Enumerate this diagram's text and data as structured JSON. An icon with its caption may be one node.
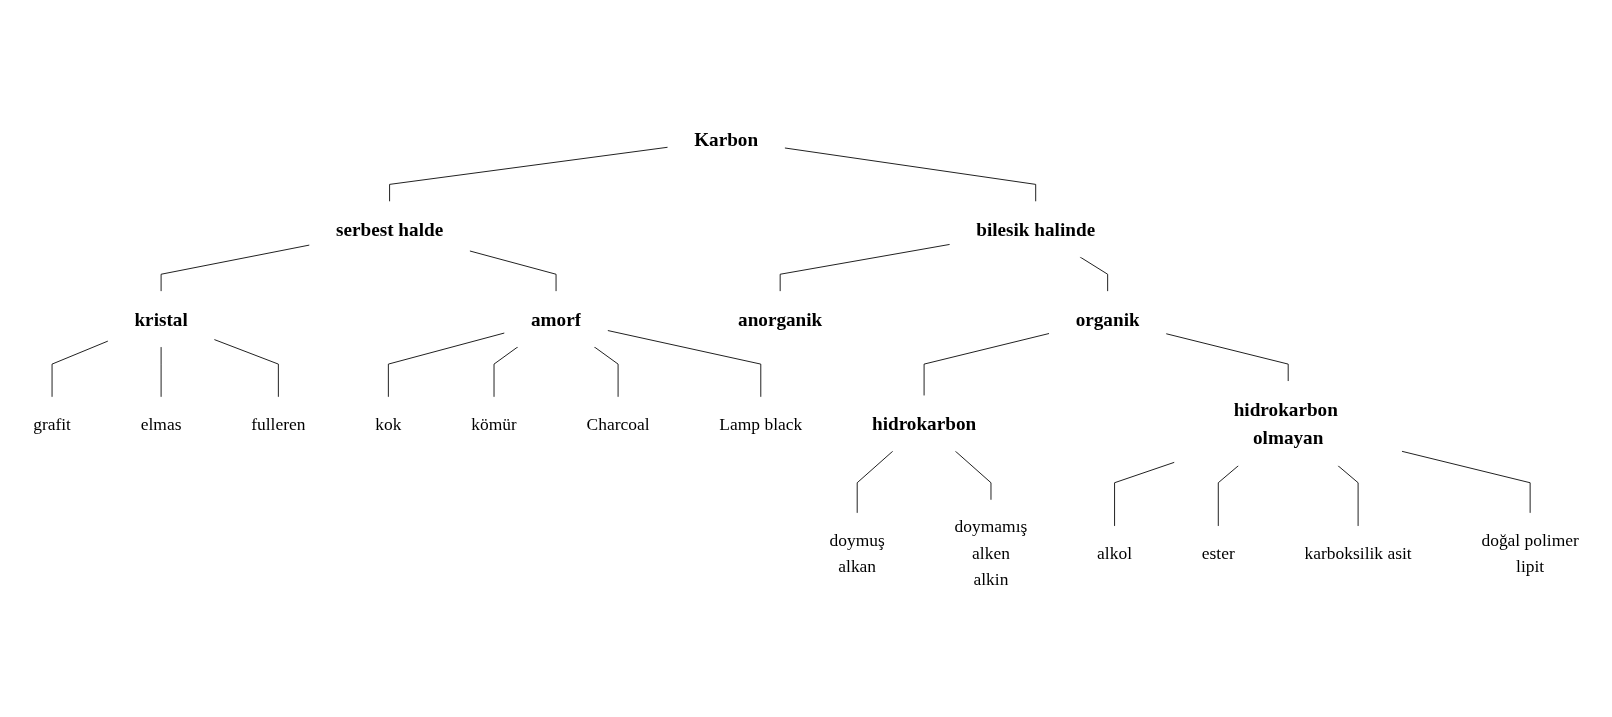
{
  "diagram": {
    "nodes": [
      {
        "text": [
          "Karbon"
        ]
      },
      {
        "text": [
          "serbest halde"
        ]
      },
      {
        "text": [
          "bilesik halinde"
        ]
      },
      {
        "text": [
          "kristal"
        ]
      },
      {
        "text": [
          "amorf"
        ]
      },
      {
        "text": [
          "anorganik"
        ]
      },
      {
        "text": [
          "organik"
        ]
      },
      {
        "text": [
          "grafit"
        ]
      },
      {
        "text": [
          "elmas"
        ]
      },
      {
        "text": [
          "fulleren"
        ]
      },
      {
        "text": [
          "kok"
        ]
      },
      {
        "text": [
          "kömür"
        ]
      },
      {
        "text": [
          "Charcoal"
        ]
      },
      {
        "text": [
          "Lamp black"
        ]
      },
      {
        "text": [
          "hidrokarbon"
        ]
      },
      {
        "text": [
          "hidrokarbon olmayan"
        ]
      },
      {
        "text": [
          "doymuş",
          "alkan"
        ]
      },
      {
        "text": [
          "doymamış",
          "alken",
          "alkin"
        ]
      },
      {
        "text": [
          "alkol"
        ]
      },
      {
        "text": [
          "ester"
        ]
      },
      {
        "text": [
          "karboksilik asit"
        ]
      },
      {
        "text": [
          "doğal polimer",
          "lipit"
        ]
      }
    ],
    "edges": [
      {
        "from": 0,
        "to": 1,
        "arrow": "none"
      },
      {
        "from": 0,
        "to": 2,
        "arrow": "none"
      },
      {
        "from": 1,
        "to": 3,
        "arrow": "none"
      },
      {
        "from": 1,
        "to": 4,
        "arrow": "none"
      },
      {
        "from": 2,
        "to": 5,
        "arrow": "none"
      },
      {
        "from": 2,
        "to": 6,
        "arrow": "none"
      },
      {
        "from": 3,
        "to": 7,
        "arrow": "none"
      },
      {
        "from": 3,
        "to": 8,
        "arrow": "none"
      },
      {
        "from": 3,
        "to": 9,
        "arrow": "none"
      },
      {
        "from": 4,
        "to": 10,
        "arrow": "none"
      },
      {
        "from": 4,
        "to": 11,
        "arrow": "none"
      },
      {
        "from": 4,
        "to": 12,
        "arrow": "none"
      },
      {
        "from": 4,
        "to": 13,
        "arrow": "none"
      },
      {
        "from": 6,
        "to": 14,
        "arrow": "none"
      },
      {
        "from": 6,
        "to": 15,
        "arrow": "none"
      },
      {
        "from": 14,
        "to": 16,
        "arrow": "none"
      },
      {
        "from": 14,
        "to": 17,
        "arrow": "none"
      },
      {
        "from": 15,
        "to": 18,
        "arrow": "none"
      },
      {
        "from": 15,
        "to": 19,
        "arrow": "none"
      },
      {
        "from": 15,
        "to": 20,
        "arrow": "none"
      },
      {
        "from": 15,
        "to": 21,
        "arrow": "none"
      }
    ]
  }
}
